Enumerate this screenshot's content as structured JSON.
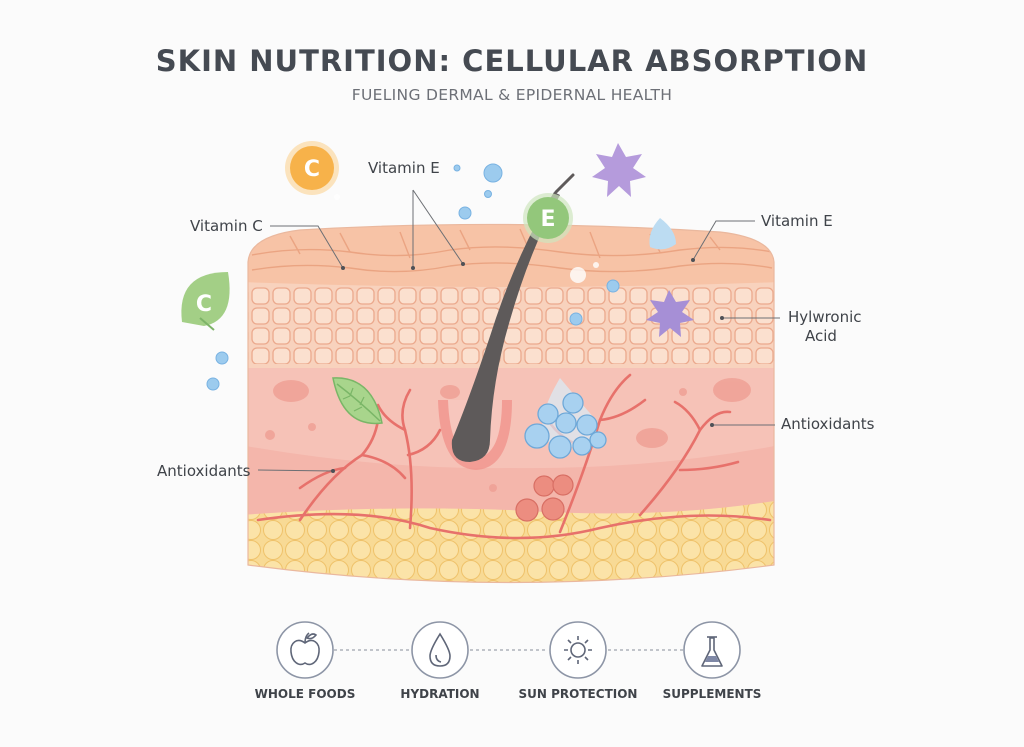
{
  "header": {
    "title": "SKIN NUTRITION: CELLULAR ABSORPTION",
    "subtitle": "FUELING DERMAL & EPIDERNAL HEALTH"
  },
  "labels": {
    "vitamin_c_left": "Vitamin C",
    "vitamin_e_top": "Vitamin E",
    "vitamin_e_right": "Vitamin E",
    "hyaluronic_line1": "Hylwronic",
    "hyaluronic_line2": "Acid",
    "antioxidants_right": "Antioxidants",
    "antioxidants_left": "Antioxidants"
  },
  "badges": {
    "c_orange": "C",
    "c_green": "C",
    "e_green": "E"
  },
  "sources": [
    {
      "label": "WHOLE FOODS",
      "icon": "apple-icon"
    },
    {
      "label": "HYDRATION",
      "icon": "water-drop-icon"
    },
    {
      "label": "SUN PROTECTION",
      "icon": "sun-icon"
    },
    {
      "label": "SUPPLEMENTS",
      "icon": "flask-icon"
    }
  ],
  "colors": {
    "epidermis": "#f6c6ad",
    "dermis": "#f5bdb2",
    "subcutaneous": "#f6d98f",
    "vessel": "#e7716b",
    "hair": "#5e5a5a",
    "vitamin_c_orange": "#f7b24a",
    "vitamin_green": "#92c77a",
    "antioxidant_purple": "#b39ad9",
    "hyaluronic_blue": "#8fc3e9"
  }
}
